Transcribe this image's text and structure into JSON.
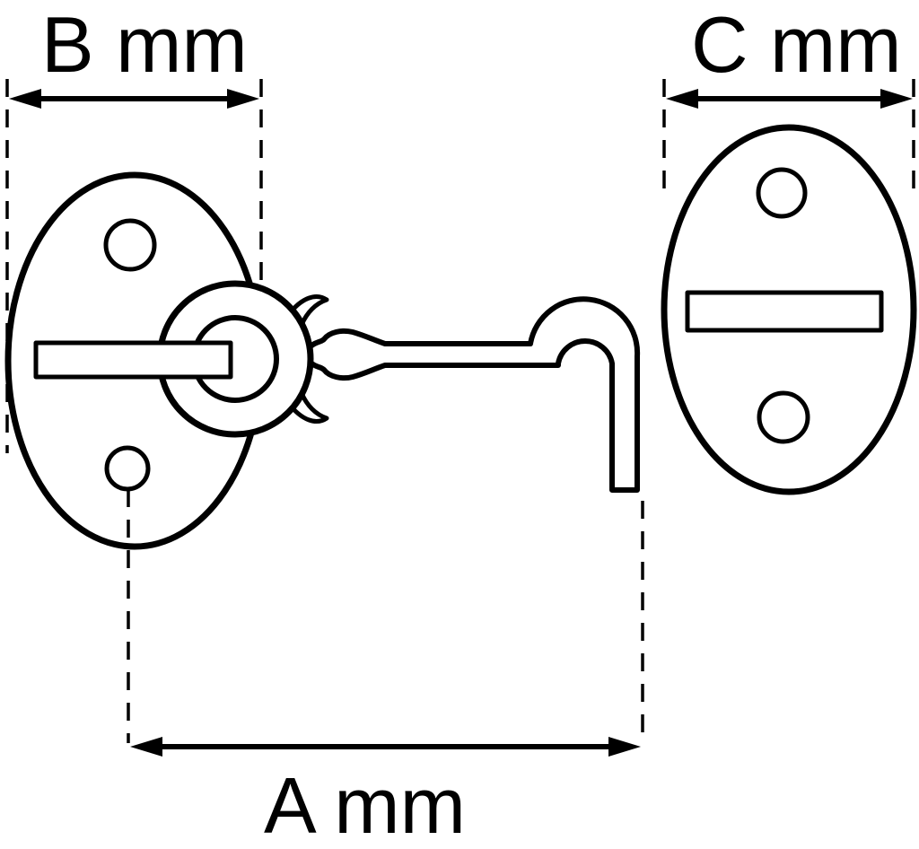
{
  "diagram": {
    "type": "technical-drawing",
    "colors": {
      "line": "#000000",
      "background": "#ffffff"
    },
    "dimensions": {
      "b": {
        "label": "B mm"
      },
      "c": {
        "label": "C mm"
      },
      "a": {
        "label": "A mm"
      }
    },
    "parts": [
      "left-mounting-plate",
      "pivot-bar",
      "eye-ring",
      "hook",
      "right-mounting-plate"
    ]
  }
}
